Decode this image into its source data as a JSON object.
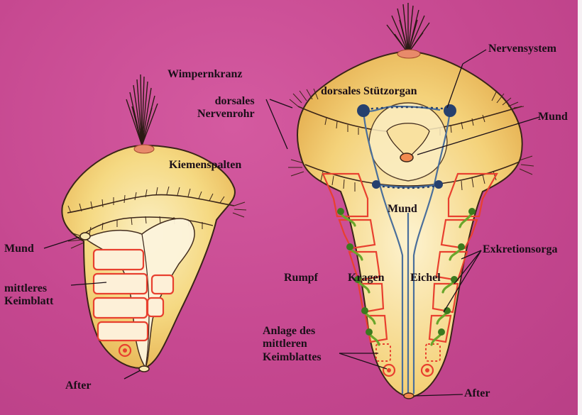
{
  "colors": {
    "background": "#c94a92",
    "body_fill": "#f2cf6e",
    "body_highlight": "#fbefc4",
    "outline": "#3a2418",
    "segment_red": "#e8402f",
    "nerve_blue": "#4a6f9b",
    "nerve_node": "#26406e",
    "excretion_green": "#6aa62b"
  },
  "labels": {
    "wimpernkranz": "Wimpernkranz",
    "dorsales_nervenrohr": "dorsales\nNervenrohr",
    "kiemenspalten": "Kiemenspalten",
    "mund_left": "Mund",
    "mittleres_keimblatt": "mittleres\nKeimblatt",
    "after_left": "After",
    "dorsales_stuetzorgan": "dorsales Stützorgan",
    "nervensystem": "Nervensystem",
    "mund_right_top": "Mund",
    "mund_right_center": "Mund",
    "exkretionsorgan": "Exkretionsorga",
    "rumpf": "Rumpf",
    "kragen": "Kragen",
    "eichel": "Eichel",
    "anlage": "Anlage des\nmittleren\nKeimblattes",
    "after_right": "After"
  }
}
